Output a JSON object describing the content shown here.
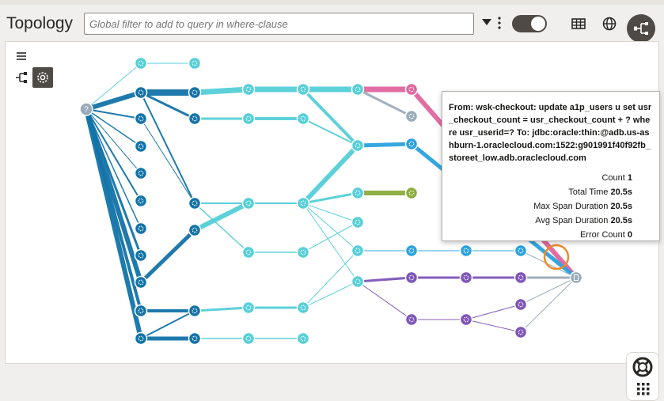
{
  "header": {
    "title": "Topology",
    "filter_placeholder": "Global filter to add to query in where-clause"
  },
  "tooltip": {
    "text": "From: wsk-checkout: update a1p_users u set usr_checkout_count = usr_checkout_count + ? where usr_userid=? To: jdbc:oracle:thin:@adb.us-ashburn-1.oraclecloud.com:1522:g901991f40f92fb_storeet_low.adb.oraclecloud.com",
    "rows": [
      {
        "label": "Count",
        "value": "1"
      },
      {
        "label": "Total Time",
        "value": "20.5s"
      },
      {
        "label": "Max Span Duration",
        "value": "20.5s"
      },
      {
        "label": "Avg Span Duration",
        "value": "20.5s"
      },
      {
        "label": "Error Count",
        "value": "0"
      }
    ]
  },
  "graph": {
    "unknown_node_label": "?",
    "colors": {
      "dark_blue": "#1373a8",
      "teal": "#55cfd8",
      "pink": "#e0669f",
      "gray": "#9aabb9",
      "sky": "#2aa3df",
      "green": "#8bab3a",
      "purple": "#7e55b9",
      "highlight": "#f08a2c"
    }
  }
}
